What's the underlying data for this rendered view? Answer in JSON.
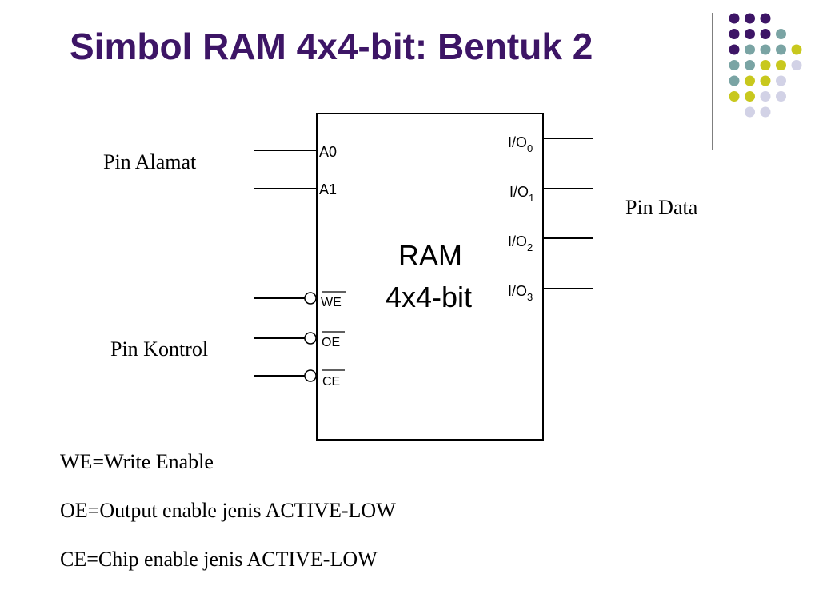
{
  "title": "Simbol RAM 4x4-bit: Bentuk 2",
  "decor": {
    "dot_colors": {
      "purple": "#3d1566",
      "teal": "#7aa4a4",
      "yellow": "#c8c81e",
      "lavender": "#d2d2e6"
    },
    "rows": [
      [
        "purple",
        "purple",
        "purple"
      ],
      [
        "purple",
        "purple",
        "purple",
        "teal"
      ],
      [
        "purple",
        "teal",
        "teal",
        "teal",
        "yellow"
      ],
      [
        "teal",
        "teal",
        "yellow",
        "yellow",
        "lavender"
      ],
      [
        "teal",
        "yellow",
        "yellow",
        "lavender"
      ],
      [
        "yellow",
        "yellow",
        "lavender",
        "lavender"
      ],
      [
        "lavender",
        "lavender"
      ]
    ]
  },
  "labels": {
    "address": "Pin Alamat",
    "data": "Pin Data",
    "control": "Pin Kontrol"
  },
  "chip": {
    "name_line1": "RAM",
    "name_line2": "4x4-bit",
    "address_pins": [
      "A0",
      "A1"
    ],
    "control_pins": [
      "WE",
      "OE",
      "CE"
    ],
    "data_pins": [
      {
        "base": "I/O",
        "sub": "0"
      },
      {
        "base": "I/O",
        "sub": "1"
      },
      {
        "base": "I/O",
        "sub": "2"
      },
      {
        "base": "I/O",
        "sub": "3"
      }
    ]
  },
  "notes": [
    "WE=Write Enable",
    "OE=Output enable jenis ACTIVE-LOW",
    "CE=Chip enable jenis ACTIVE-LOW"
  ]
}
